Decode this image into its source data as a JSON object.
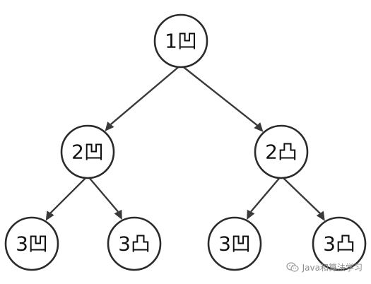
{
  "nodes": [
    {
      "id": "root",
      "label": "1凹"
    },
    {
      "id": "l",
      "label": "2凹"
    },
    {
      "id": "r",
      "label": "2凸"
    },
    {
      "id": "ll",
      "label": "3凹"
    },
    {
      "id": "lr",
      "label": "3凸"
    },
    {
      "id": "rl",
      "label": "3凹"
    },
    {
      "id": "rr",
      "label": "3凸"
    }
  ],
  "edges": [
    {
      "from": "root",
      "to": "l"
    },
    {
      "from": "root",
      "to": "r"
    },
    {
      "from": "l",
      "to": "ll"
    },
    {
      "from": "l",
      "to": "lr"
    },
    {
      "from": "r",
      "to": "rl"
    },
    {
      "from": "r",
      "to": "rr"
    }
  ],
  "watermark": {
    "text": "Java和算法学习",
    "icon": "wechat-icon"
  },
  "colors": {
    "stroke": "#2b2b2b",
    "edge": "#3a3a3a",
    "text": "#111111",
    "watermark": "#8c8c8c"
  }
}
